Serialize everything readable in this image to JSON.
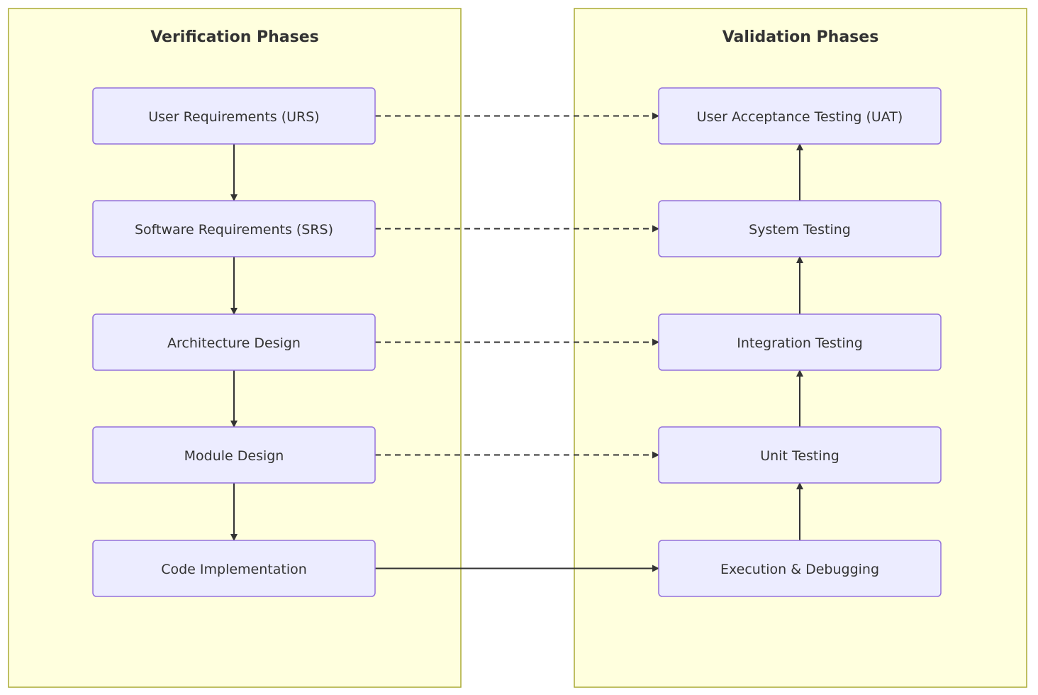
{
  "clusters": {
    "verification": {
      "title": "Verification Phases"
    },
    "validation": {
      "title": "Validation Phases"
    }
  },
  "nodes": {
    "urs": "User Requirements (URS)",
    "srs": "Software Requirements (SRS)",
    "arch": "Architecture Design",
    "module": "Module Design",
    "code": "Code Implementation",
    "uat": "User Acceptance Testing (UAT)",
    "system": "System Testing",
    "integration": "Integration Testing",
    "unit": "Unit Testing",
    "exec": "Execution & Debugging"
  },
  "colors": {
    "cluster_fill": "#ffffde",
    "cluster_stroke": "#aaaa33",
    "node_fill": "#ececff",
    "node_stroke": "#9370db",
    "edge": "#333333"
  },
  "edges": [
    {
      "from": "urs",
      "to": "srs",
      "style": "solid"
    },
    {
      "from": "srs",
      "to": "arch",
      "style": "solid"
    },
    {
      "from": "arch",
      "to": "module",
      "style": "solid"
    },
    {
      "from": "module",
      "to": "code",
      "style": "solid"
    },
    {
      "from": "code",
      "to": "exec",
      "style": "solid"
    },
    {
      "from": "exec",
      "to": "unit",
      "style": "solid"
    },
    {
      "from": "unit",
      "to": "integration",
      "style": "solid"
    },
    {
      "from": "integration",
      "to": "system",
      "style": "solid"
    },
    {
      "from": "system",
      "to": "uat",
      "style": "solid"
    },
    {
      "from": "urs",
      "to": "uat",
      "style": "dashed"
    },
    {
      "from": "srs",
      "to": "system",
      "style": "dashed"
    },
    {
      "from": "arch",
      "to": "integration",
      "style": "dashed"
    },
    {
      "from": "module",
      "to": "unit",
      "style": "dashed"
    }
  ]
}
